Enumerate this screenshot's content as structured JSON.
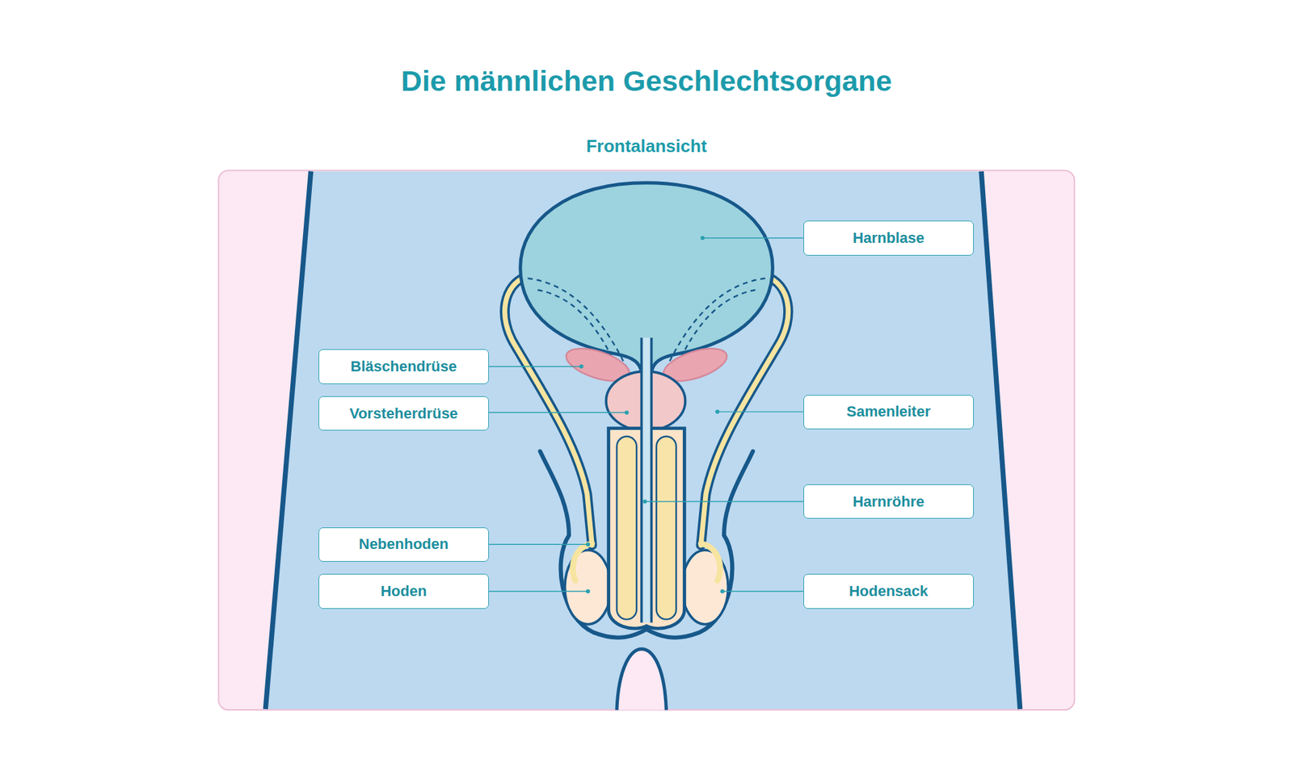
{
  "diagram": {
    "title": "Die männlichen Geschlechtsorgane",
    "nodes": [
      {
        "text": [
          "Harnblase"
        ]
      },
      {
        "text": [
          "Bläschendrüse"
        ]
      },
      {
        "text": [
          "Samenleiter"
        ]
      },
      {
        "text": [
          "Vorsteherdrüse"
        ]
      },
      {
        "text": [
          "Harnröhre"
        ]
      },
      {
        "text": [
          "Nebenhoden"
        ]
      },
      {
        "text": [
          "Hoden"
        ]
      },
      {
        "text": [
          "Hodensack"
        ]
      }
    ],
    "labels": [
      "Frontalansicht"
    ]
  }
}
